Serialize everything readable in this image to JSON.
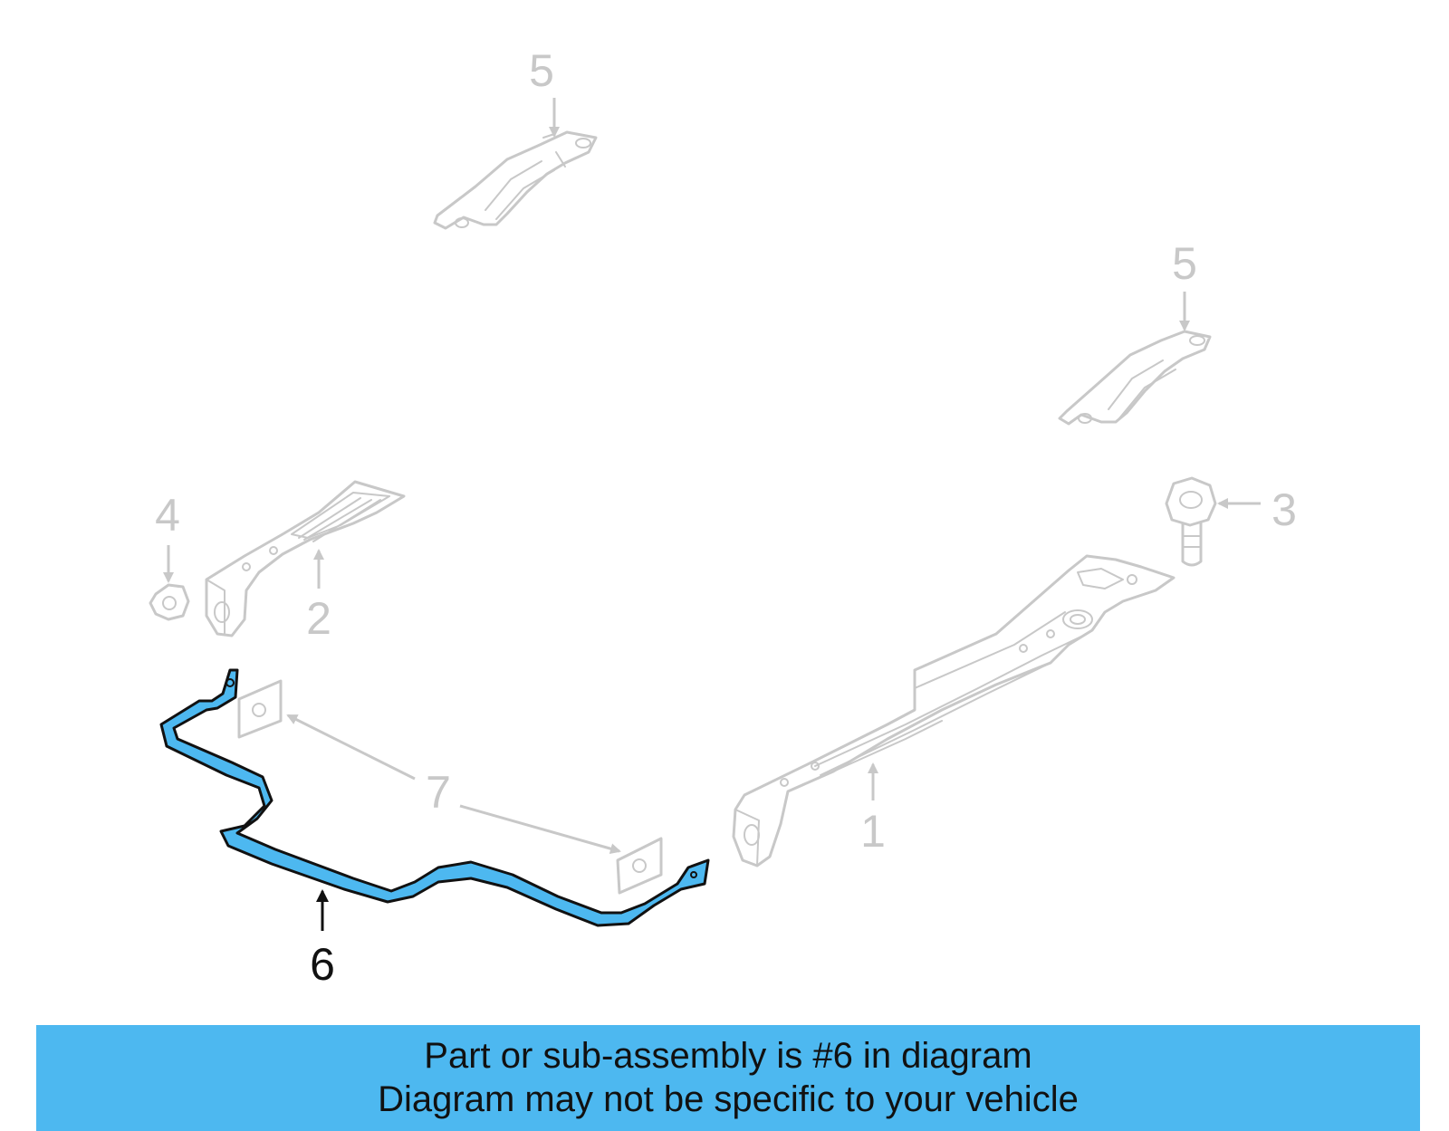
{
  "callouts": {
    "part_1": "1",
    "part_2": "2",
    "part_3": "3",
    "part_4": "4",
    "part_5_top": "5",
    "part_5_right": "5",
    "part_6": "6",
    "part_7": "7"
  },
  "highlight": {
    "part": "6",
    "fill_color": "#4db8f0",
    "outline_color": "#111111"
  },
  "ghost_color": "#c8c8c8",
  "banner": {
    "line_1": "Part or sub-assembly is #6 in diagram",
    "line_2": "Diagram may not be specific to your vehicle",
    "color": "#4db8f0"
  }
}
